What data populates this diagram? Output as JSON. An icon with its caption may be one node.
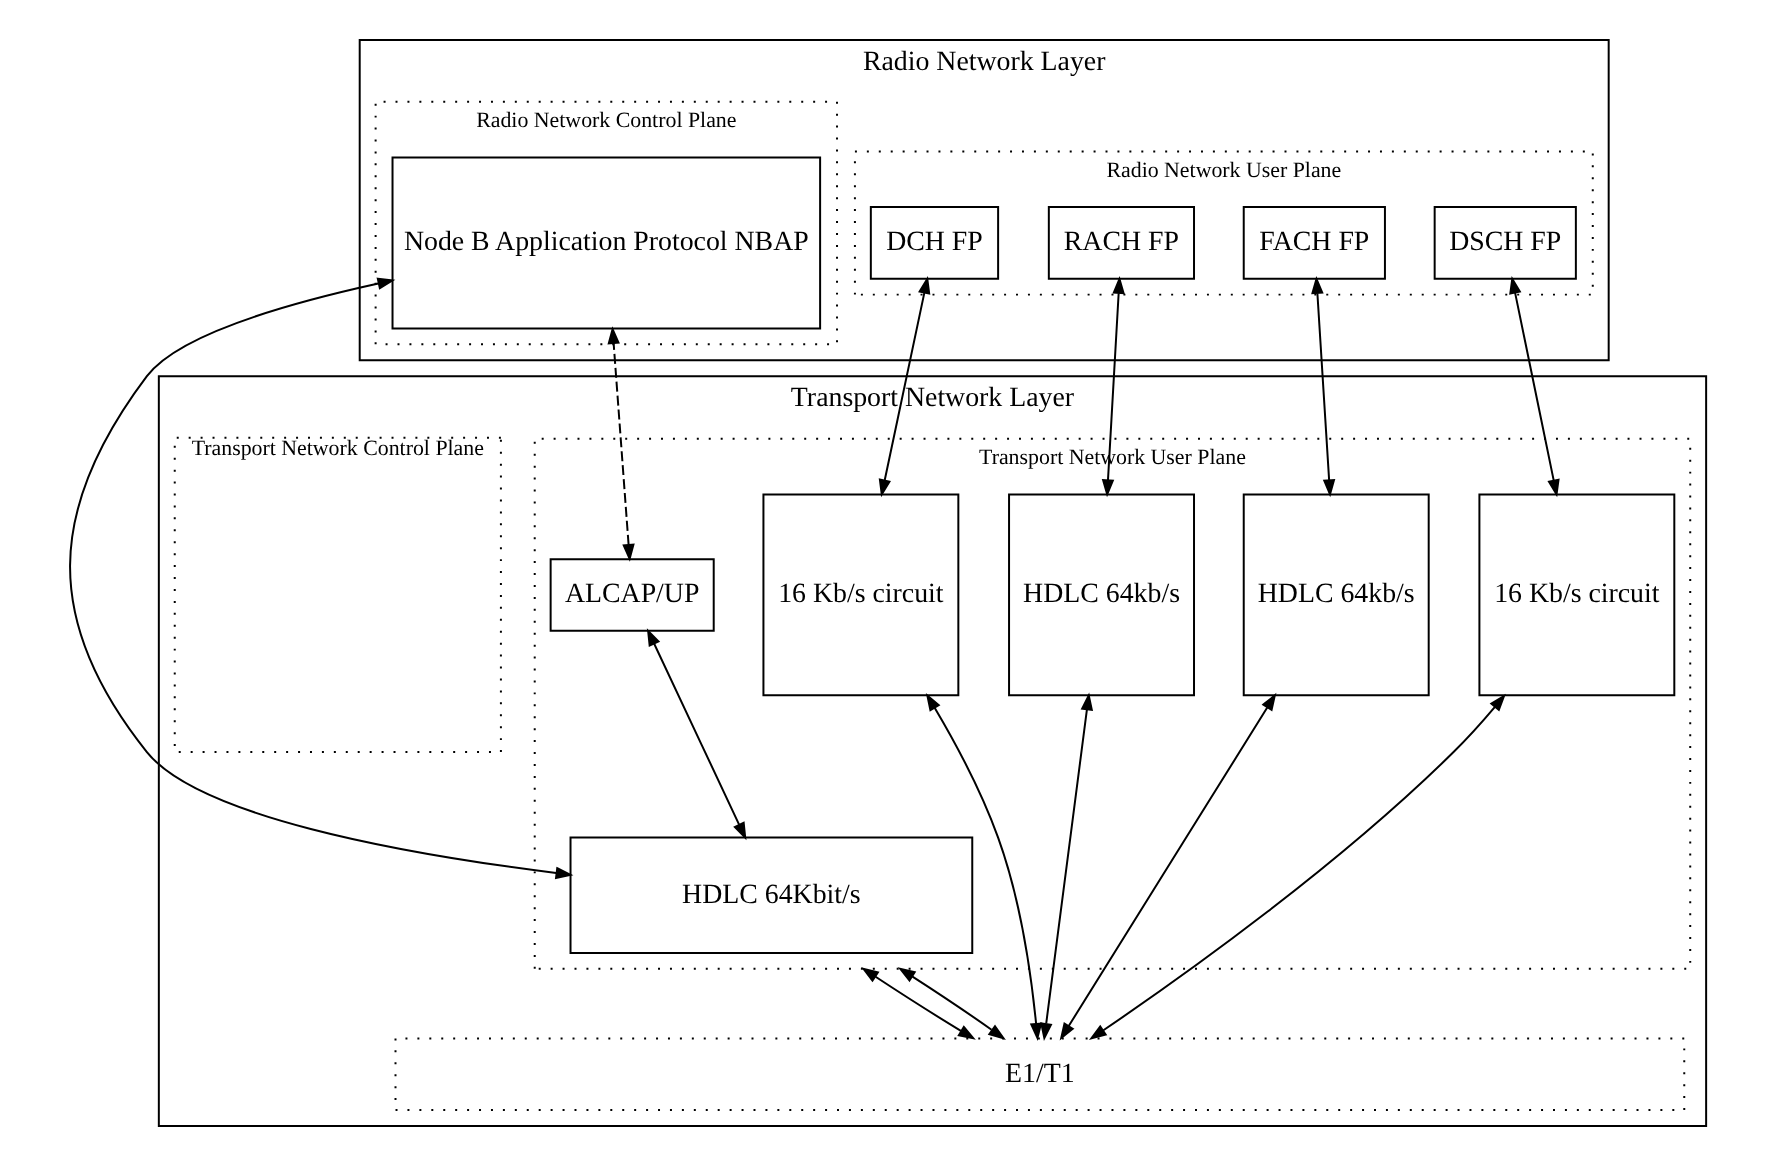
{
  "diagram": {
    "nodes": [
      {
        "text": [
          "Radio Network Layer"
        ]
      },
      {
        "text": [
          "Radio Network Control Plane"
        ],
        "in": 0
      },
      {
        "text": [
          "Node B Application Protocol NBAP"
        ],
        "in": 1
      },
      {
        "text": [
          "Radio Network User Plane"
        ],
        "in": 0
      },
      {
        "text": [
          "DCH FP"
        ],
        "in": 3
      },
      {
        "text": [
          "RACH FP"
        ],
        "in": 3
      },
      {
        "text": [
          "FACH FP"
        ],
        "in": 3
      },
      {
        "text": [
          "DSCH FP"
        ],
        "in": 3
      },
      {
        "text": [
          "Transport Network Layer"
        ]
      },
      {
        "text": [
          "Transport Network Control Plane"
        ],
        "in": 8
      },
      {
        "text": [
          "Transport Network User Plane"
        ],
        "in": 8
      },
      {
        "text": [
          "ALCAP/UP"
        ],
        "in": 10
      },
      {
        "text": [
          "HDLC 64Kbit/s"
        ],
        "in": 10
      },
      {
        "text": [
          "16 Kb/s circuit"
        ],
        "in": 10
      },
      {
        "text": [
          "HDLC 64kb/s"
        ],
        "in": 10
      },
      {
        "text": [
          "HDLC 64kb/s"
        ],
        "in": 10
      },
      {
        "text": [
          "16 Kb/s circuit"
        ],
        "in": 10
      },
      {
        "text": [
          "E1/T1"
        ],
        "in": 8
      }
    ],
    "edges": [
      {
        "from": 11,
        "to": 2,
        "arrow": "both",
        "style": "dashed"
      },
      {
        "from": 2,
        "to": 12,
        "arrow": "both"
      },
      {
        "from": 4,
        "to": 13,
        "arrow": "both"
      },
      {
        "from": 5,
        "to": 14,
        "arrow": "both"
      },
      {
        "from": 6,
        "to": 15,
        "arrow": "both"
      },
      {
        "from": 7,
        "to": 16,
        "arrow": "both"
      },
      {
        "from": 11,
        "to": 12,
        "arrow": "both"
      },
      {
        "from": 10,
        "to": 17,
        "arrow": "both"
      },
      {
        "from": 10,
        "to": 17,
        "arrow": "both"
      },
      {
        "from": 13,
        "to": 17,
        "arrow": "both"
      },
      {
        "from": 14,
        "to": 17,
        "arrow": "both"
      },
      {
        "from": 15,
        "to": 17,
        "arrow": "both"
      },
      {
        "from": 16,
        "to": 17,
        "arrow": "both"
      }
    ]
  }
}
